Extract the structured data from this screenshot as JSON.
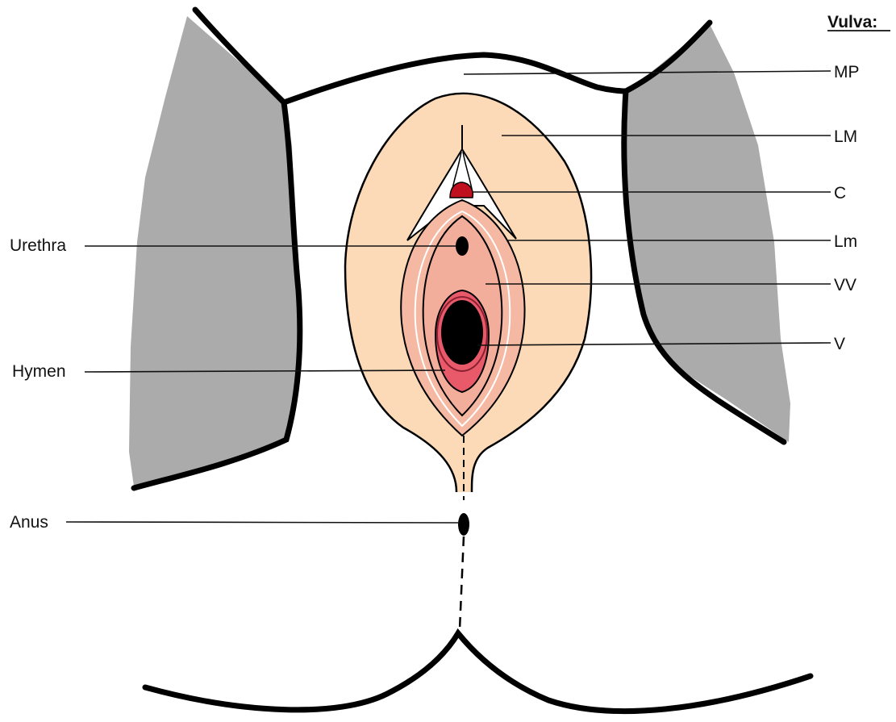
{
  "title": "Vulva:",
  "labels": {
    "mp": "MP",
    "lm_majora": "LM",
    "c": "C",
    "lm_minora": "Lm",
    "vv": "VV",
    "v": "V",
    "urethra": "Urethra",
    "hymen": "Hymen",
    "anus": "Anus"
  },
  "colors": {
    "thigh_gray": "#ababab",
    "outline": "#000000",
    "labia_majora": "#fcdab8",
    "labia_minora": "#f5b9a3",
    "vestibule": "#f3ad9b",
    "hymen": "#e85a6a",
    "clitoris": "#c0101f"
  }
}
